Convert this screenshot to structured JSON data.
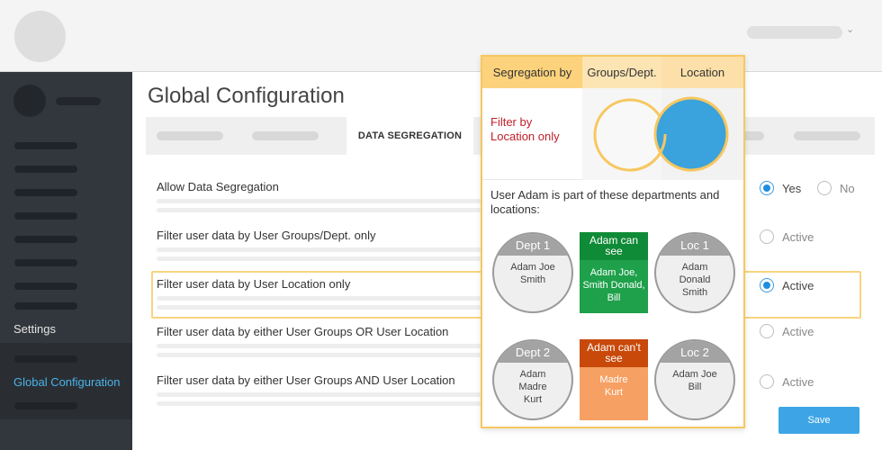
{
  "page": {
    "title": "Global Configuration"
  },
  "sidebar": {
    "settings_label": "Settings",
    "active_label": "Global Configuration"
  },
  "tabs": {
    "active_label": "DATA SEGREGATION"
  },
  "rows": [
    {
      "label": "Allow Data Segregation",
      "options": [
        "Yes",
        "No"
      ],
      "selected": "Yes"
    },
    {
      "label": "Filter user data by User Groups/Dept. only",
      "option": "Active",
      "selected": false
    },
    {
      "label": "Filter user data by User Location only",
      "option": "Active",
      "selected": true,
      "highlighted": true
    },
    {
      "label": "Filter user data by either User Groups OR User Location",
      "option": "Active",
      "selected": false
    },
    {
      "label": "Filter user data by either User Groups AND User Location",
      "option": "Active",
      "selected": false
    }
  ],
  "save_label": "Save",
  "popup": {
    "headers": [
      "Segregation by",
      "Groups/Dept.",
      "Location"
    ],
    "filter_label": "Filter by Location only",
    "description": "User Adam is part of these departments and locations:",
    "dept1": {
      "title": "Dept 1",
      "members": "Adam Joe Smith"
    },
    "dept2": {
      "title": "Dept 2",
      "members": "Adam Madre Kurt"
    },
    "loc1": {
      "title": "Loc 1",
      "members": "Adam Donald Smith"
    },
    "loc2": {
      "title": "Loc 2",
      "members": "Adam Joe Bill"
    },
    "can_see": {
      "title": "Adam can see",
      "members": "Adam Joe, Smith Donald, Bill"
    },
    "cant_see": {
      "title": "Adam can't see",
      "members": "Madre Kurt"
    }
  },
  "colors": {
    "accent": "#1f8ee0",
    "highlight": "#f7c75f",
    "location_fill": "#3aa2dc",
    "can_see": "#0f9a3b",
    "cant_see": "#c8490a",
    "cant_see_light": "#f6a063",
    "filter_text": "#c0202a"
  },
  "icons": {
    "user_menu": "chevron-down-icon"
  }
}
